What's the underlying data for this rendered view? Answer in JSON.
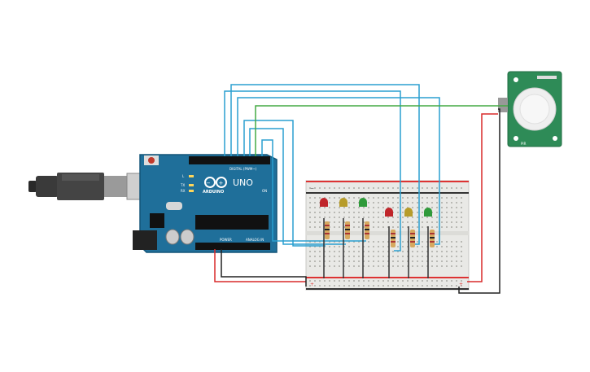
{
  "arduino": {
    "brand": "ARDUINO",
    "model": "UNO",
    "digital_label": "DIGITAL (PWM~)",
    "power_label": "POWER",
    "analog_label": "ANALOG IN",
    "tx_label": "TX",
    "rx_label": "RX",
    "l_label": "L",
    "on_label": "ON"
  },
  "breadboard": {
    "plus_label": "+",
    "minus_label": "−"
  },
  "pir": {
    "label": "PIR"
  },
  "colors": {
    "arduino_board": "#1f6f9a",
    "breadboard": "#e9e9e6",
    "pir_board": "#2e8b57",
    "wire_blue": "#2a9fd0",
    "wire_green": "#44aa44",
    "wire_red": "#d92a2a",
    "wire_black": "#222222",
    "led_red": "#c0262b",
    "led_yellow": "#b79c2a",
    "led_green": "#2f9a3a",
    "usb": "#333333"
  },
  "leds": [
    {
      "color": "red"
    },
    {
      "color": "yellow"
    },
    {
      "color": "green"
    },
    {
      "color": "red"
    },
    {
      "color": "yellow"
    },
    {
      "color": "green"
    }
  ]
}
